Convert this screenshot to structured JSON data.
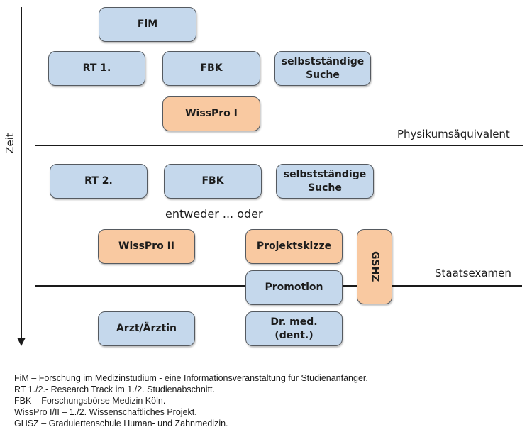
{
  "axis": {
    "label": "Zeit"
  },
  "milestones": [
    {
      "id": "physikum",
      "label": "Physikumsäquivalent"
    },
    {
      "id": "staatsexamen",
      "label": "Staatsexamen"
    }
  ],
  "note": "entweder ... oder",
  "colors": {
    "blue_box": "#c5d8ec",
    "orange_box": "#f9c9a1",
    "border": "#555a60",
    "line": "#1a1a1a"
  },
  "boxes": {
    "fim": {
      "label": "FiM",
      "color": "blue"
    },
    "rt1": {
      "label": "RT 1.",
      "color": "blue"
    },
    "fbk1": {
      "label": "FBK",
      "color": "blue"
    },
    "suche1": {
      "label": "selbstständige\nSuche",
      "color": "blue"
    },
    "wisspro1": {
      "label": "WissPro I",
      "color": "orange"
    },
    "rt2": {
      "label": "RT 2.",
      "color": "blue"
    },
    "fbk2": {
      "label": "FBK",
      "color": "blue"
    },
    "suche2": {
      "label": "selbstständige\nSuche",
      "color": "blue"
    },
    "wisspro2": {
      "label": "WissPro II",
      "color": "orange"
    },
    "projektskizze": {
      "label": "Projektskizze",
      "color": "orange"
    },
    "gshz": {
      "label": "GSHZ",
      "color": "orange"
    },
    "promotion": {
      "label": "Promotion",
      "color": "blue"
    },
    "arzt": {
      "label": "Arzt/Ärztin",
      "color": "blue"
    },
    "drmed": {
      "label": "Dr. med.\n(dent.)",
      "color": "blue"
    }
  },
  "legend": [
    "FiM – Forschung im Medizinstudium - eine Informationsveranstaltung für Studienanfänger.",
    "RT 1./2.- Research Track im 1./2. Studienabschnitt.",
    "FBK – Forschungsbörse Medizin Köln.",
    "WissPro I/II – 1./2. Wissenschaftliches Projekt.",
    "GHSZ – Graduiertenschule Human- und Zahnmedizin."
  ]
}
